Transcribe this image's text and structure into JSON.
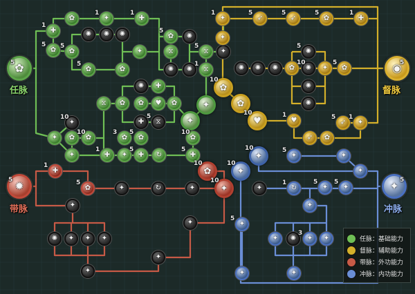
{
  "meridians": [
    {
      "id": "ren",
      "label": "任脉",
      "level": "5",
      "color": "#6fbf55",
      "legend": "任脉：基础能力"
    },
    {
      "id": "du",
      "label": "督脉",
      "level": "5",
      "color": "#d4b02a",
      "legend": "督脉：辅助能力"
    },
    {
      "id": "dai",
      "label": "带脉",
      "level": "5",
      "color": "#c75a46",
      "legend": "带脉：外功能力"
    },
    {
      "id": "chong",
      "label": "冲脉",
      "level": "5",
      "color": "#6a8ed6",
      "legend": "冲脉：内功能力"
    }
  ],
  "level_labels": [
    {
      "text": "1",
      "near": "R1"
    },
    {
      "text": "5",
      "near": "R2"
    },
    {
      "text": "1",
      "near": "R4"
    },
    {
      "text": "5",
      "near": "R7"
    },
    {
      "text": "1",
      "near": "R5"
    },
    {
      "text": "5",
      "near": "R9"
    },
    {
      "text": "5",
      "near": "R13"
    },
    {
      "text": "1",
      "near": "R19"
    },
    {
      "text": "5",
      "near": "R18"
    },
    {
      "text": "5",
      "near": "R31"
    },
    {
      "text": "10",
      "near": "R32"
    },
    {
      "text": "10",
      "near": "R35"
    },
    {
      "text": "5",
      "near": "R42"
    },
    {
      "text": "1",
      "near": "R40"
    },
    {
      "text": "5",
      "near": "R44"
    },
    {
      "text": "3",
      "near": "R46"
    },
    {
      "text": "5",
      "near": "R47"
    },
    {
      "text": "10",
      "near": "R49"
    },
    {
      "text": "1",
      "near": "D1"
    },
    {
      "text": "5",
      "near": "D2"
    },
    {
      "text": "5",
      "near": "D3"
    },
    {
      "text": "5",
      "near": "D4"
    },
    {
      "text": "1",
      "near": "D5"
    },
    {
      "text": "5",
      "near": "D13"
    },
    {
      "text": "10",
      "near": "D11"
    },
    {
      "text": "10",
      "near": "D14"
    },
    {
      "text": "10",
      "near": "D16"
    },
    {
      "text": "1",
      "near": "D17"
    },
    {
      "text": "5",
      "near": "D20"
    },
    {
      "text": "5",
      "near": "D21"
    },
    {
      "text": "1",
      "near": "D22"
    },
    {
      "text": "1",
      "near": "A1"
    },
    {
      "text": "5",
      "near": "A2"
    },
    {
      "text": "10",
      "near": "A8"
    },
    {
      "text": "10",
      "near": "A7"
    },
    {
      "text": "10",
      "near": "C2"
    },
    {
      "text": "10",
      "near": "C3"
    },
    {
      "text": "1",
      "near": "C4"
    },
    {
      "text": "5",
      "near": "C5"
    },
    {
      "text": "5",
      "near": "C10"
    },
    {
      "text": "3",
      "near": "C13"
    },
    {
      "text": "5",
      "near": "C17"
    },
    {
      "text": "5",
      "near": "C18"
    }
  ]
}
